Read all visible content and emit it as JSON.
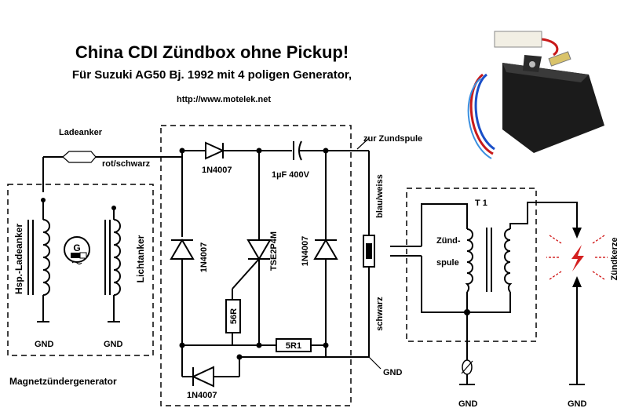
{
  "title": "China CDI Zündbox ohne Pickup!",
  "subtitle": "Für Suzuki AG50 Bj. 1992 mit 4 poligen Generator,",
  "url": "http://www.motelek.net",
  "labels": {
    "ladeanker": "Ladeanker",
    "rot_schwarz": "rot/schwarz",
    "hsp_ladeanker": "Hsp.-Ladeanker",
    "lichtanker": "Lichtanker",
    "gnd_left1": "GND",
    "gnd_left2": "GND",
    "magnetzuender": "Magnetzündergenerator",
    "diode_top": "1N4007",
    "capacitor": "1µF 400V",
    "zur_zundspule": "zur Zundspule",
    "diode_left": "1N4007",
    "thyristor": "TSE2P4M",
    "diode_right": "1N4007",
    "resistor_56": "56R",
    "resistor_5": "5R1",
    "diode_bottom": "1N4007",
    "blau_weiss": "blau/weiss",
    "schwarz": "schwarz",
    "gnd_mid": "GND",
    "transformer": "T 1",
    "zundspule_1": "Zünd-",
    "zundspule_2": "spule",
    "zundkerze": "Zündkerze",
    "gnd_coil": "GND",
    "gnd_plug": "GND",
    "generator_symbol": "G"
  }
}
